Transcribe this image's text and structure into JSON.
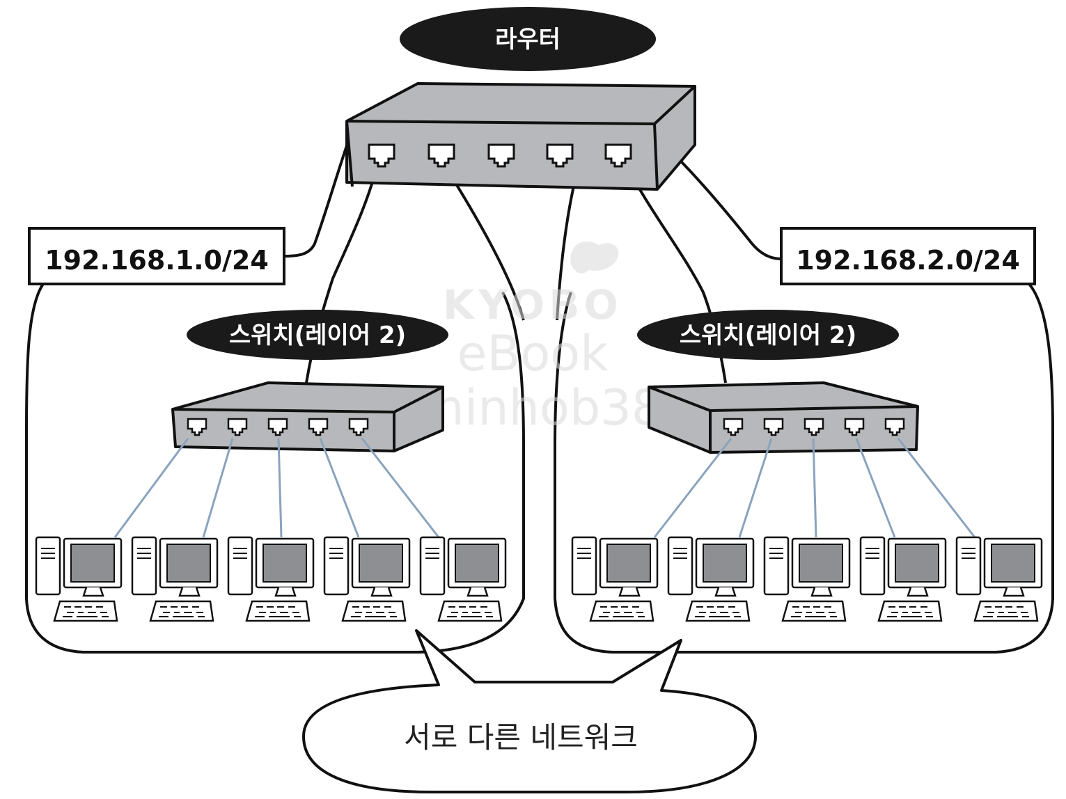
{
  "router": {
    "label": "라우터"
  },
  "networks": [
    {
      "subnet": "192.168.1.0/24",
      "switch_label": "스위치(레이어 2)"
    },
    {
      "subnet": "192.168.2.0/24",
      "switch_label": "스위치(레이어 2)"
    }
  ],
  "callout": {
    "text": "서로 다른 네트워크"
  },
  "watermark": {
    "line1": "KYOBO",
    "line2": "eBook",
    "line3": "minhob38"
  },
  "colors": {
    "device_fill": "#b7b8bb",
    "pill_fill": "#1a1a1a",
    "cable": "#8aa3bd",
    "outline": "#111111"
  }
}
